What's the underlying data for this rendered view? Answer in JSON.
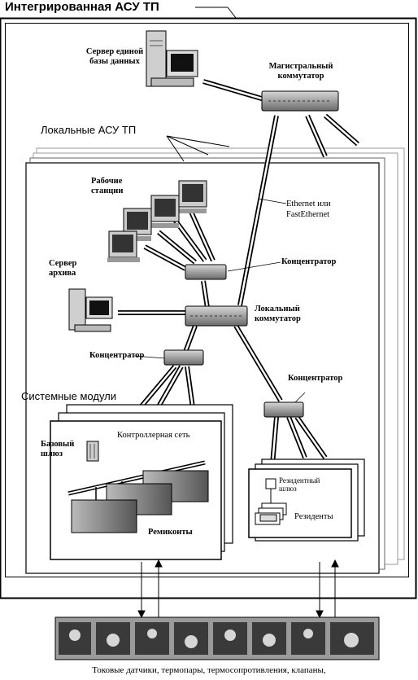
{
  "title": "Интегрированная АСУ ТП",
  "local_asu": "Локальные АСУ ТП",
  "db_server": [
    "Сервер единой",
    "базы данных"
  ],
  "backbone_switch": [
    "Магистральный",
    "коммутатор"
  ],
  "workstations": [
    "Рабочие",
    "станции"
  ],
  "ethernet": [
    "Ethernet или",
    "FastEthernet"
  ],
  "hub_top": "Концентратор",
  "archive_server": [
    "Сервер",
    "архива"
  ],
  "local_switch": [
    "Локальный",
    "коммутатор"
  ],
  "hub_left": "Концентратор",
  "hub_right": "Концентратор",
  "system_modules": "Системные модули",
  "controller_net": "Контроллерная сеть",
  "base_gateway": [
    "Базовый",
    "шлюз"
  ],
  "remikonts": "Ремиконты",
  "resident_gateway": [
    "Резидентный",
    "шлюз"
  ],
  "residents": "Резиденты",
  "caption": "Токовые датчики, термопары, термосопротивления, клапаны,"
}
